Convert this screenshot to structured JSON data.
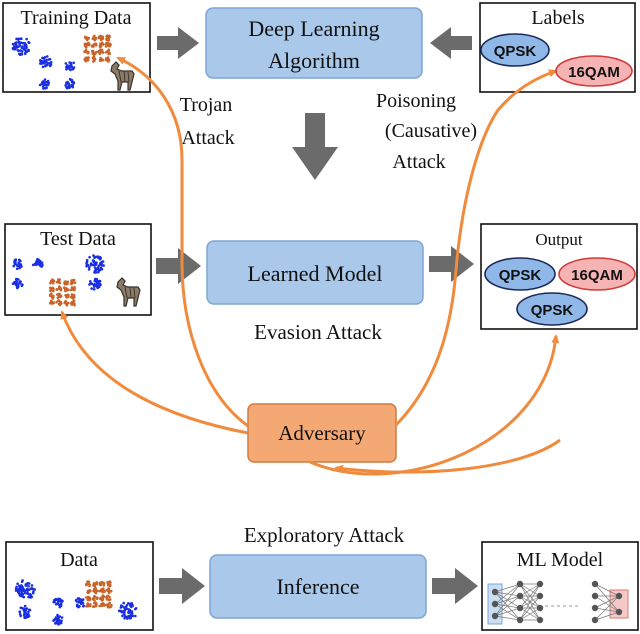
{
  "nodes": {
    "training_data": "Training Data",
    "labels": "Labels",
    "test_data": "Test Data",
    "output": "Output",
    "deep_learning_line1": "Deep Learning",
    "deep_learning_line2": "Algorithm",
    "learned_model": "Learned Model",
    "adversary": "Adversary",
    "data": "Data",
    "inference": "Inference",
    "ml_model": "ML Model"
  },
  "attacks": {
    "trojan_line1": "Trojan",
    "trojan_line2": "Attack",
    "poisoning_line1": "Poisoning",
    "poisoning_line2": "(Causative)",
    "poisoning_line3": "Attack",
    "evasion": "Evasion Attack",
    "exploratory": "Exploratory Attack"
  },
  "pills": {
    "labels_qpsk": "QPSK",
    "labels_16qam": "16QAM",
    "out_qpsk_1": "QPSK",
    "out_16qam": "16QAM",
    "out_qpsk_2": "QPSK"
  },
  "colors": {
    "process_fill": "#a9c8ea",
    "process_stroke": "#7ea6d6",
    "adversary_fill": "#f4a874",
    "adversary_stroke": "#d07a3e",
    "attack_arrow": "#f08a3c",
    "gray_arrow": "#6b6b6b",
    "qpsk_fill": "#8fb8e8",
    "qam_fill": "#f6b3b3",
    "qam_stroke": "#d13b3b",
    "dot_blue": "#1a2fe0",
    "dot_orange": "#c8642a"
  }
}
